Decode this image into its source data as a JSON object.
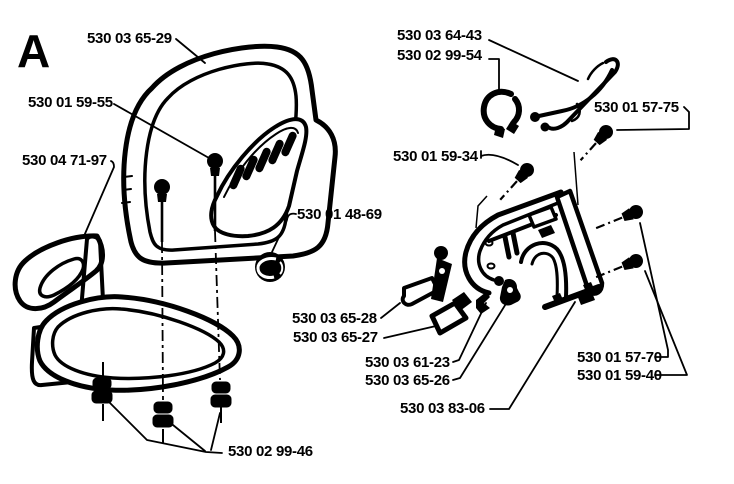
{
  "diagram": {
    "section_letter": "A",
    "colors": {
      "line": "#000000",
      "background": "#ffffff"
    },
    "part_numbers": [
      "530 03 65-29",
      "530 01 59-55",
      "530 04 71-97",
      "530 01 48-69",
      "530 03 64-43",
      "530 02 99-54",
      "530 01 57-75",
      "530 01 59-34",
      "530 03 65-28",
      "530 03 65-27",
      "530 03 61-23",
      "530 03 65-26",
      "530 03 83-06",
      "530 01 57-70",
      "530 01 59-40",
      "530 02 99-46"
    ]
  }
}
